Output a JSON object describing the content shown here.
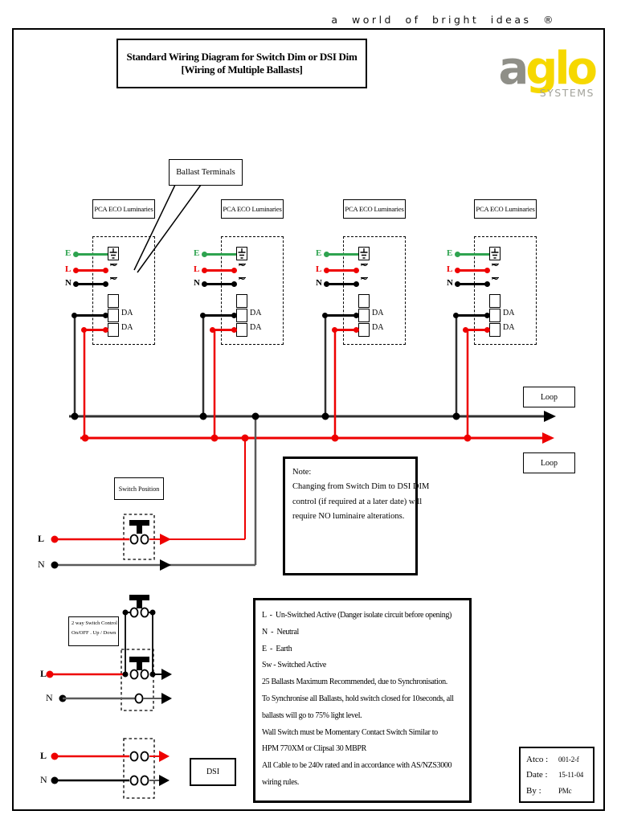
{
  "tagline": "a world of bright ideas ®",
  "logo": {
    "text_gray": "a",
    "text_yellow": "glo",
    "subtitle": "SYSTEMS"
  },
  "title": {
    "line1": "Standard Wiring Diagram for Switch Dim or DSI  Dim",
    "line2": "[Wiring of Multiple Ballasts]"
  },
  "callout": {
    "label": "Ballast Terminals"
  },
  "luminaires": [
    {
      "label": "PCA ECO Luminaries",
      "earth_label": "E",
      "live_label": "L",
      "neutral_label": "N",
      "da1_label": "DA",
      "da2_label": "DA"
    },
    {
      "label": "PCA ECO Luminaries",
      "earth_label": "E",
      "live_label": "L",
      "neutral_label": "N",
      "da1_label": "DA",
      "da2_label": "DA"
    },
    {
      "label": "PCA ECO Luminaries",
      "earth_label": "E",
      "live_label": "L",
      "neutral_label": "N",
      "da1_label": "DA",
      "da2_label": "DA"
    },
    {
      "label": "PCA ECO Luminaries",
      "earth_label": "E",
      "live_label": "L",
      "neutral_label": "N",
      "da1_label": "DA",
      "da2_label": "DA"
    }
  ],
  "loops": {
    "top": "Loop",
    "bottom": "Loop"
  },
  "switch_position": {
    "title": "Switch Position",
    "live_label": "L",
    "neutral_label": "N"
  },
  "two_way_switch": {
    "title_line1": "2 way Switch Control",
    "title_line2": "On/OFF . Up / Down",
    "live_label": "L",
    "neutral_label": "N"
  },
  "dsi": {
    "box_label": "DSI",
    "live_label": "L",
    "neutral_label": "N"
  },
  "note": {
    "title": "Note:",
    "lines": [
      "Changing from Switch Dim to DSI DIM",
      "control (if required at a later date) will",
      "require NO luminaire alterations."
    ]
  },
  "legend": {
    "lines": [
      "L  -  Un-Switched Active (Danger isolate circuit before opening)",
      "N  -  Neutral",
      "E  -  Earth",
      "Sw - Switched Active",
      "25 Ballasts Maximum Recommended, due to Synchronisation.",
      "To Synchronise all Ballasts, hold switch closed for 10seconds, all",
      "ballasts will go to 75% light level.",
      "Wall Switch must be Momentary Contact Switch Similar to",
      "HPM 770XM or Clipsal 30 MBPR",
      "All Cable to be 240v rated and in accordance with AS/NZS3000",
      "wiring rules."
    ]
  },
  "doc_info": {
    "rows": [
      {
        "label": "Atco :",
        "value": "001-2-f"
      },
      {
        "label": "Date :",
        "value": "15-11-04"
      },
      {
        "label": "By   :",
        "value": "PMc"
      }
    ]
  },
  "colors": {
    "live_red": "#ee0000",
    "earth_green": "#2ea34f",
    "neutral_black": "#000000",
    "bus_black": "#303030",
    "bus_red": "#ee0000",
    "switched_gray": "#5a5a5a",
    "logo_gray": "#8f8f88",
    "logo_yellow": "#f6d800"
  }
}
